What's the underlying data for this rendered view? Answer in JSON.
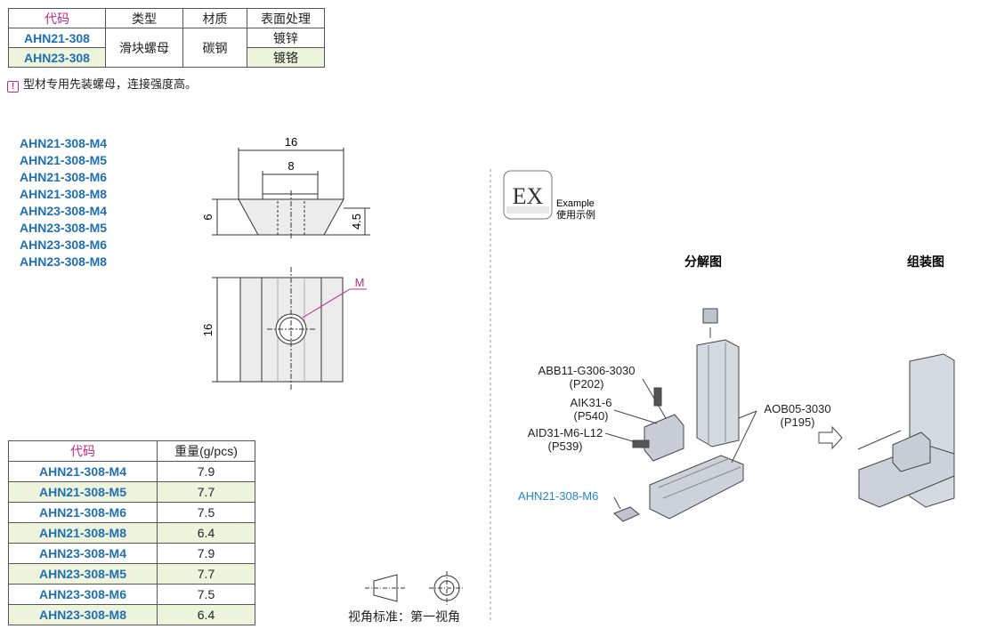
{
  "spec_table": {
    "headers": [
      "代码",
      "类型",
      "材质",
      "表面处理"
    ],
    "rows": [
      {
        "code": "AHN21-308",
        "type": "滑块螺母",
        "material": "碳钢",
        "finish": "镀锌"
      },
      {
        "code": "AHN23-308",
        "finish": "镀铬"
      }
    ]
  },
  "note": "型材专用先装螺母，连接强度高。",
  "part_numbers": [
    "AHN21-308-M4",
    "AHN21-308-M5",
    "AHN21-308-M6",
    "AHN21-308-M8",
    "AHN23-308-M4",
    "AHN23-308-M5",
    "AHN23-308-M6",
    "AHN23-308-M8"
  ],
  "drawing": {
    "dim_16_top": "16",
    "dim_8": "8",
    "dim_6": "6",
    "dim_45": "4.5",
    "dim_16_side": "16",
    "thread_label": "M"
  },
  "weight_table": {
    "headers": [
      "代码",
      "重量(g/pcs)"
    ],
    "rows": [
      {
        "code": "AHN21-308-M4",
        "weight": "7.9"
      },
      {
        "code": "AHN21-308-M5",
        "weight": "7.7"
      },
      {
        "code": "AHN21-308-M6",
        "weight": "7.5"
      },
      {
        "code": "AHN21-308-M8",
        "weight": "6.4"
      },
      {
        "code": "AHN23-308-M4",
        "weight": "7.9"
      },
      {
        "code": "AHN23-308-M5",
        "weight": "7.7"
      },
      {
        "code": "AHN23-308-M6",
        "weight": "7.5"
      },
      {
        "code": "AHN23-308-M8",
        "weight": "6.4"
      }
    ]
  },
  "projection_label": "视角标准：第一视角",
  "example": {
    "badge": "EX",
    "title": "Example",
    "subtitle": "使用示例",
    "exploded_title": "分解图",
    "assembled_title": "组装图",
    "callouts": {
      "abb_code": "ABB11-G306-3030",
      "abb_page": "(P202)",
      "aik_code": "AIK31-6",
      "aik_page": "(P540)",
      "aid_code": "AID31-M6-L12",
      "aid_page": "(P539)",
      "aob_code": "AOB05-3030",
      "aob_page": "(P195)",
      "ahn_code": "AHN21-308-M6"
    }
  }
}
